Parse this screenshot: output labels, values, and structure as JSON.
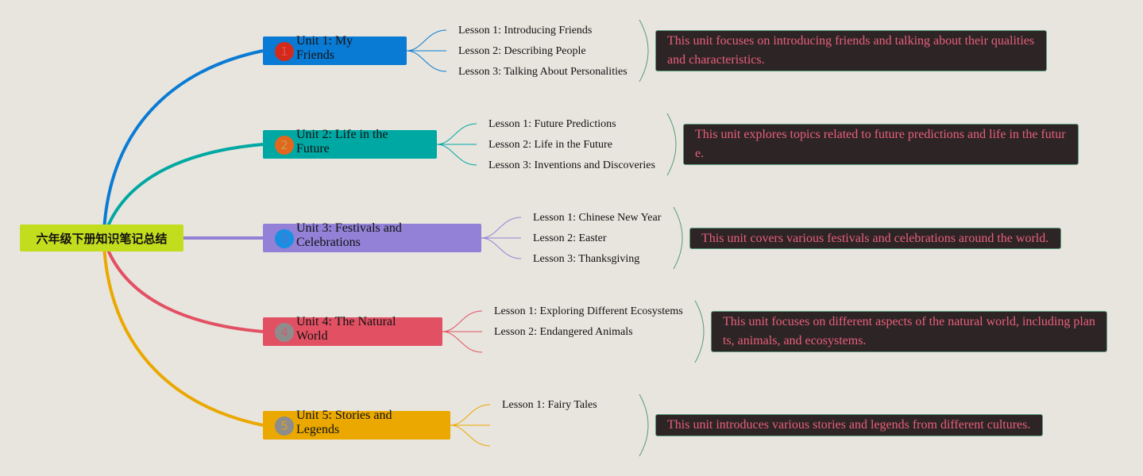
{
  "root": {
    "title": "六年级下册知识笔记总结",
    "color": "#c2dc1e"
  },
  "units": [
    {
      "badge": "1",
      "title": "Unit 1: My Friends",
      "color": "#0a7bd4",
      "badge_color": "#d42a1a",
      "badge_text_color": "#e05050",
      "lessons": [
        "Lesson 1: Introducing Friends",
        "Lesson 2: Describing People",
        "Lesson 3: Talking About Personalities"
      ],
      "summary": "This unit focuses on introducing friends and talking about their qualities and characteristics."
    },
    {
      "badge": "2",
      "title": "Unit 2: Life in the Future",
      "color": "#00a8a3",
      "badge_color": "#e2661c",
      "badge_text_color": "#c8a050",
      "lessons": [
        "Lesson 1: Future Predictions",
        "Lesson 2: Life in the Future",
        "Lesson 3: Inventions and Discoveries"
      ],
      "summary": "This unit explores topics related to future predictions and life in the futur e."
    },
    {
      "badge": "3",
      "title": "Unit 3: Festivals and Celebrations",
      "color": "#9281d6",
      "badge_color": "#1a8ee0",
      "badge_text_color": "#5a70d0",
      "lessons": [
        "Lesson 1: Chinese New Year",
        "Lesson 2: Easter",
        "Lesson 3: Thanksgiving"
      ],
      "summary": "This unit covers various festivals and celebrations around the world."
    },
    {
      "badge": "4",
      "title": "Unit 4: The Natural World",
      "color": "#e25163",
      "badge_color": "#8d8d8d",
      "badge_text_color": "#d06070",
      "lessons": [
        "Lesson 1: Exploring Different Ecosystems",
        "Lesson 2: Endangered Animals"
      ],
      "summary": "This unit focuses on different aspects of the natural world, including plan ts, animals, and ecosystems."
    },
    {
      "badge": "5",
      "title": "Unit 5: Stories and Legends",
      "color": "#eaa800",
      "badge_color": "#8d8d8d",
      "badge_text_color": "#d8a030",
      "lessons": [
        "Lesson 1: Fairy Tales"
      ],
      "summary": "This unit introduces various stories and legends from different cultures."
    }
  ]
}
